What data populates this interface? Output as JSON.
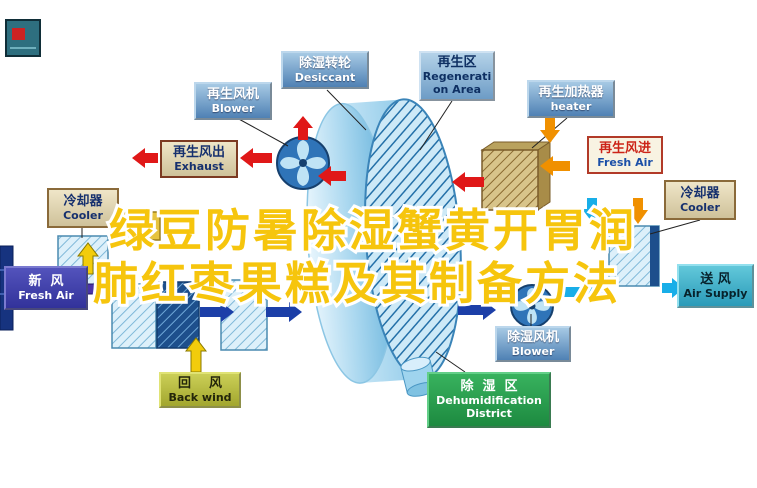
{
  "title": {
    "line1": "绿豆防暑除湿蟹黄开胃润",
    "line2": "肺红枣果糕及其制备方法",
    "fill_color": "#f6c50d",
    "outline_color": "#ffffff"
  },
  "diagram": {
    "labels": {
      "regen_blower": {
        "zh": "再生风机",
        "en": "Blower"
      },
      "desiccant": {
        "zh": "除湿转轮",
        "en": "Desiccant"
      },
      "regen_area": {
        "zh": "再生区",
        "en_line1": "Regenerati",
        "en_line2": "on Area"
      },
      "regen_heater": {
        "zh": "再生加热器",
        "en": "heater"
      },
      "exhaust": {
        "zh": "再生风出",
        "en": "Exhaust"
      },
      "regen_inlet": {
        "zh": "再生风进",
        "en": "Fresh Air"
      },
      "cooler_left": {
        "zh": "冷却器",
        "en": "Cooler"
      },
      "cooler_right": {
        "zh": "冷却器",
        "en": "Cooler"
      },
      "fresh_air": {
        "zh": "新  风",
        "en": "Fresh Air"
      },
      "air_supply": {
        "zh": "送 风",
        "en": "Air Supply"
      },
      "return_air": {
        "zh": "回    风",
        "en": "Back wind"
      },
      "dehumid_blower": {
        "zh": "除湿风机",
        "en": "Blower"
      },
      "dehumid_zone": {
        "zh": "除  湿  区",
        "en_line1": "Dehumidification",
        "en_line2": "District"
      }
    },
    "colors": {
      "arrow_red": "#e01818",
      "arrow_orange": "#f09000",
      "arrow_yellow": "#f2cc0c",
      "arrow_purple": "#4a34a8",
      "arrow_blue": "#1c3fa8",
      "arrow_cyan": "#18aee8",
      "wheel_light": "#a9d7ef",
      "wheel_hatch": "#2470a8",
      "box_blue": "#4f81b4",
      "box_green": "#1d8a40",
      "box_teal": "#2a9ab8",
      "box_olive": "#a2a62e",
      "box_indigo": "#32329a",
      "box_tan": "#cfc29a"
    }
  }
}
